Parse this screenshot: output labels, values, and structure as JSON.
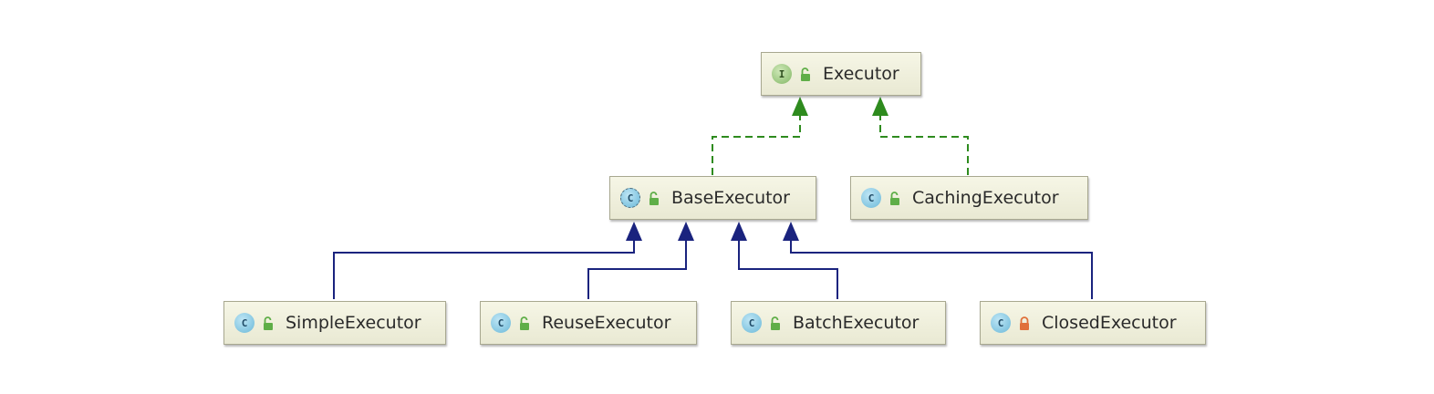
{
  "nodes": {
    "executor": {
      "label": "Executor",
      "badge": "I",
      "kind": "interface",
      "visibility": "public"
    },
    "base": {
      "label": "BaseExecutor",
      "badge": "C",
      "kind": "abstract",
      "visibility": "public"
    },
    "caching": {
      "label": "CachingExecutor",
      "badge": "C",
      "kind": "class",
      "visibility": "public"
    },
    "simple": {
      "label": "SimpleExecutor",
      "badge": "C",
      "kind": "class",
      "visibility": "public"
    },
    "reuse": {
      "label": "ReuseExecutor",
      "badge": "C",
      "kind": "class",
      "visibility": "public"
    },
    "batch": {
      "label": "BatchExecutor",
      "badge": "C",
      "kind": "class",
      "visibility": "public"
    },
    "closed": {
      "label": "ClosedExecutor",
      "badge": "C",
      "kind": "class",
      "visibility": "private"
    }
  },
  "edges": [
    {
      "from": "base",
      "to": "executor",
      "type": "implements"
    },
    {
      "from": "caching",
      "to": "executor",
      "type": "implements"
    },
    {
      "from": "simple",
      "to": "base",
      "type": "extends"
    },
    {
      "from": "reuse",
      "to": "base",
      "type": "extends"
    },
    {
      "from": "batch",
      "to": "base",
      "type": "extends"
    },
    {
      "from": "closed",
      "to": "base",
      "type": "extends"
    }
  ],
  "colors": {
    "implements": "#2e8b1e",
    "extends": "#1a237e",
    "public_lock": "#5fae48",
    "private_lock": "#e0703a"
  },
  "icons": {
    "public": "unlocked-padlock-icon",
    "private": "locked-padlock-icon"
  }
}
